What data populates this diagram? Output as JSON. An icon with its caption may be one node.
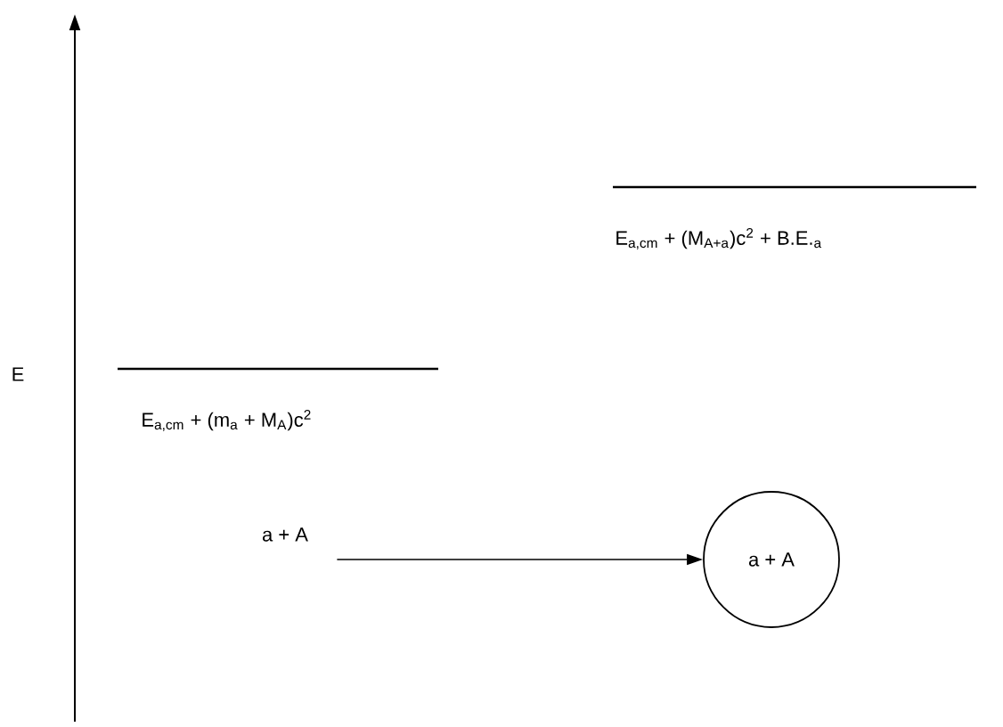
{
  "diagram": {
    "nodes": [
      {
        "text": [
          "a + A"
        ]
      },
      {
        "text": [
          "a + A"
        ]
      }
    ],
    "edges": [
      {
        "from": 0,
        "to": 1,
        "arrow": "to"
      }
    ],
    "labels": [
      "E",
      "E$_{a,cm}$ + (M$_{A+a}$)c$^{2}$ + B.E.$_{a}$",
      "E$_{a,cm}$ + (m$_{a}$ + M$_{A}$)c$^{2}$"
    ]
  }
}
